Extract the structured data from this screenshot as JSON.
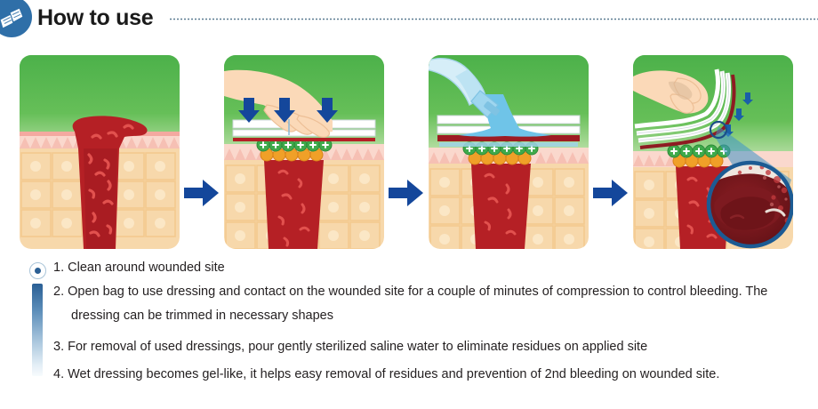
{
  "header": {
    "title": "How to use",
    "icon": "dressing-book-icon",
    "icon_bg": "#2f6fa8",
    "divider": "dotted-line",
    "divider_color": "#5b7b91"
  },
  "panels": [
    {
      "id": "panel-clean-wound",
      "icon": "bleeding-wound-cross-section-illustration",
      "alt": "Open bleeding wound in skin cross-section"
    },
    {
      "id": "panel-apply-dressing",
      "icon": "hand-pressing-dressing-illustration",
      "alt": "Hand compressing dressing onto wound with downward arrows"
    },
    {
      "id": "panel-pour-saline",
      "icon": "bottle-pouring-saline-illustration",
      "alt": "Bottle pouring sterilized saline water onto applied dressing"
    },
    {
      "id": "panel-remove-dressing",
      "icon": "hand-peeling-dressing-illustration",
      "alt": "Hand peeling gel-like used dressing with magnified gel close-up"
    }
  ],
  "arrows": [
    {
      "id": "arrow-1",
      "icon": "arrow-right-icon",
      "color": "#14479b"
    },
    {
      "id": "arrow-2",
      "icon": "arrow-right-icon",
      "color": "#14479b"
    },
    {
      "id": "arrow-3",
      "icon": "arrow-right-icon",
      "color": "#14479b"
    }
  ],
  "steps": {
    "marker": "step-list-bullet",
    "bar_top_color": "#2a5f95",
    "bar_bottom_color": "#f7fbfd",
    "items": [
      {
        "num": "1.",
        "text": "1. Clean around wounded site"
      },
      {
        "num": "2.",
        "text": "2. Open bag to use dressing and contact on the wounded site for a couple of minutes of compression to control bleeding. The"
      },
      {
        "num": "",
        "text": "dressing can be trimmed in necessary shapes"
      },
      {
        "num": "3.",
        "text": "3. For removal of used dressings, pour gently sterilized saline water to eliminate residues on applied site"
      },
      {
        "num": "4.",
        "text": "4. Wet dressing becomes gel-like, it helps easy removal of residues and prevention of 2nd bleeding on wounded site."
      }
    ]
  },
  "colors": {
    "green_top": "#4cb14a",
    "skin_epidermis": "#f8cfc4",
    "skin_dermis": "#f6d5a8",
    "blood": "#b52025",
    "granule_green": "#3faa4b",
    "granule_orange": "#f0a028",
    "saline_blue": "#6fc4e8",
    "arrow_navy": "#14479b"
  }
}
